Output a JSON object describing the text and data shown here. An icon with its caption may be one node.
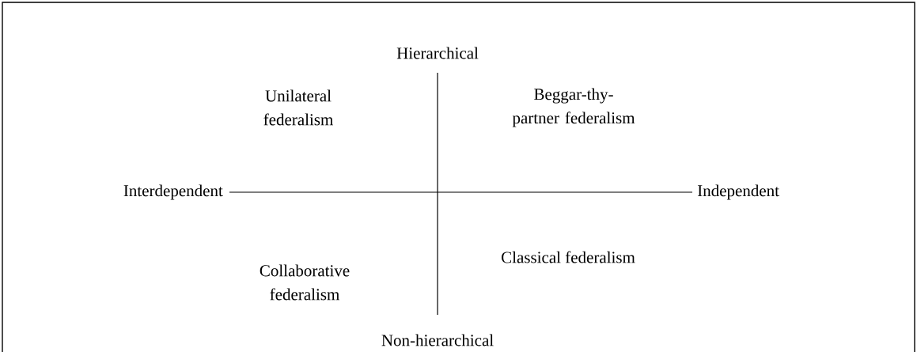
{
  "diagram": {
    "labels": [
      "Hierarchical",
      "Unilateral federalism",
      "Beggar-thy-partner federalism",
      "Interdependent",
      "Independent",
      "Collaborative federalism",
      "Classical federalism",
      "Non-hierarchical"
    ]
  }
}
